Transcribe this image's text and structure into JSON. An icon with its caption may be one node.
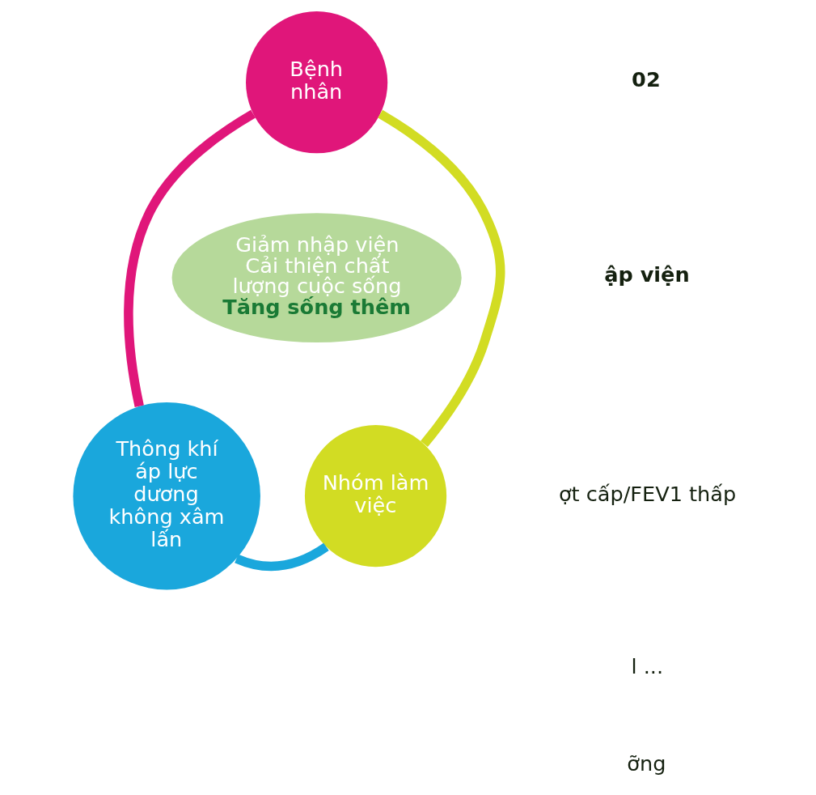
{
  "diagram": {
    "nodes": [
      {
        "text": [
          "Bệnh nhân"
        ]
      },
      {
        "text": [
          "Giảm nhập viện",
          "Cải thiện chất lượng cuộc sống",
          "Tăng sống thêm"
        ]
      },
      {
        "text": [
          "Thông khí áp lực dương không xâm lấn"
        ]
      },
      {
        "text": [
          "Nhóm làm việc"
        ]
      }
    ],
    "edges": [
      {
        "from": 0,
        "to": 2,
        "arrow": "none",
        "color": "#e0167a"
      },
      {
        "from": 2,
        "to": 3,
        "arrow": "none",
        "color": "#1aa7dc"
      },
      {
        "from": 3,
        "to": 0,
        "arrow": "none",
        "color": "#d2dc23"
      }
    ],
    "labels": [
      "02",
      "ập viện",
      "ợt cấp/FEV1 thấp",
      "l ...",
      "ỡng"
    ]
  }
}
